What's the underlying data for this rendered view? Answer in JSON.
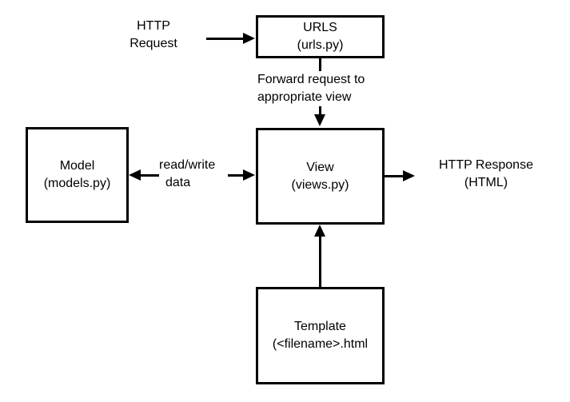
{
  "diagram": {
    "description": "Django MVT request flow diagram",
    "colors": {
      "background": "#ffffff",
      "stroke": "#000000",
      "box_fill": "#ffffff",
      "text": "#000000"
    },
    "nodes": {
      "urls": {
        "title": "URLS",
        "subtitle": "(urls.py)"
      },
      "model": {
        "title": "Model",
        "subtitle": "(models.py)"
      },
      "view": {
        "title": "View",
        "subtitle": "(views.py)"
      },
      "template": {
        "title": "Template",
        "subtitle": "(<filename>.html"
      }
    },
    "annotations": {
      "http_request": {
        "line1": "HTTP",
        "line2": "Request"
      },
      "forward_request": {
        "line1": "Forward request to",
        "line2": "appropriate view"
      },
      "read_write": {
        "line1": "read/write",
        "line2": "data"
      },
      "http_response": {
        "line1": "HTTP Response",
        "line2": "(HTML)"
      }
    },
    "edges": [
      {
        "from": "http-request-label",
        "to": "urls",
        "direction": "right",
        "label": ""
      },
      {
        "from": "urls",
        "to": "view",
        "direction": "down",
        "label": "Forward request to appropriate view"
      },
      {
        "from": "model",
        "to": "view",
        "direction": "both",
        "label": "read/write data"
      },
      {
        "from": "view",
        "to": "http-response-label",
        "direction": "right",
        "label": ""
      },
      {
        "from": "template",
        "to": "view",
        "direction": "up",
        "label": ""
      }
    ]
  }
}
